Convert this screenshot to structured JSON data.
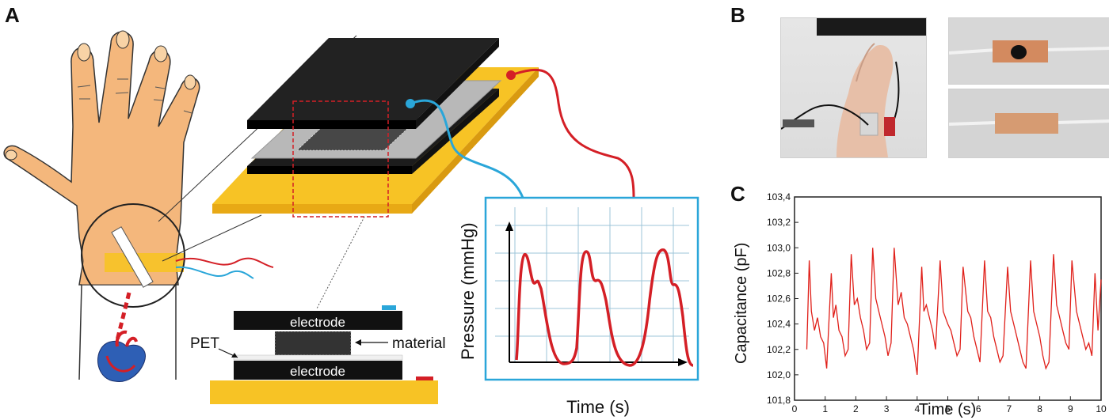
{
  "panels": {
    "a": "A",
    "b": "B",
    "c": "C"
  },
  "stack": {
    "top_electrode": "electrode",
    "bottom_electrode": "electrode",
    "material": "material",
    "pet": "PET"
  },
  "pressure_plot": {
    "ylabel": "Pressure (mmHg)",
    "xlabel": "Time (s)"
  },
  "colors": {
    "skin": "#f4b77c",
    "band": "#f7c325",
    "electrode": "#1c1c1c",
    "blue_wire": "#2aa6d9",
    "red_wire": "#d41f26",
    "trace": "#e0201a"
  },
  "chart_data": {
    "type": "line",
    "xlabel": "Time (s)",
    "ylabel": "Capacitance (pF)",
    "xlim": [
      0,
      10
    ],
    "ylim": [
      101.8,
      103.4
    ],
    "xticks": [
      "0",
      "1",
      "2",
      "3",
      "4",
      "5",
      "6",
      "7",
      "8",
      "9",
      "10"
    ],
    "yticks": [
      "101,8",
      "102,0",
      "102,2",
      "102,4",
      "102,6",
      "102,8",
      "103,0",
      "103,2",
      "103,4"
    ],
    "series": [
      {
        "color": "#e0201a",
        "x": [
          0.4,
          0.48,
          0.55,
          0.65,
          0.75,
          0.85,
          0.95,
          1.05,
          1.2,
          1.27,
          1.35,
          1.45,
          1.55,
          1.65,
          1.75,
          1.85,
          1.95,
          2.05,
          2.15,
          2.25,
          2.35,
          2.45,
          2.55,
          2.65,
          2.75,
          2.85,
          2.95,
          3.05,
          3.15,
          3.25,
          3.38,
          3.48,
          3.58,
          3.68,
          3.78,
          3.88,
          4.0,
          4.15,
          4.22,
          4.3,
          4.4,
          4.5,
          4.6,
          4.75,
          4.85,
          5.0,
          5.1,
          5.2,
          5.3,
          5.4,
          5.5,
          5.65,
          5.75,
          5.85,
          5.95,
          6.05,
          6.2,
          6.3,
          6.4,
          6.5,
          6.6,
          6.7,
          6.8,
          6.95,
          7.05,
          7.15,
          7.25,
          7.35,
          7.45,
          7.55,
          7.7,
          7.8,
          7.9,
          8.0,
          8.1,
          8.2,
          8.3,
          8.45,
          8.55,
          8.65,
          8.75,
          8.85,
          8.95,
          9.05,
          9.2,
          9.3,
          9.4,
          9.5,
          9.6,
          9.7,
          9.8,
          9.9,
          10.0
        ],
        "y": [
          102.2,
          102.9,
          102.5,
          102.35,
          102.45,
          102.3,
          102.25,
          102.05,
          102.8,
          102.45,
          102.55,
          102.35,
          102.3,
          102.15,
          102.2,
          102.95,
          102.55,
          102.6,
          102.45,
          102.35,
          102.2,
          102.25,
          103.0,
          102.6,
          102.5,
          102.4,
          102.3,
          102.15,
          102.25,
          103.0,
          102.55,
          102.65,
          102.45,
          102.4,
          102.3,
          102.2,
          102.0,
          102.85,
          102.5,
          102.55,
          102.45,
          102.35,
          102.2,
          102.9,
          102.5,
          102.4,
          102.35,
          102.25,
          102.15,
          102.2,
          102.85,
          102.5,
          102.45,
          102.3,
          102.2,
          102.1,
          102.9,
          102.5,
          102.45,
          102.3,
          102.2,
          102.1,
          102.15,
          102.85,
          102.5,
          102.4,
          102.3,
          102.2,
          102.1,
          102.05,
          102.9,
          102.5,
          102.4,
          102.3,
          102.15,
          102.05,
          102.1,
          102.95,
          102.55,
          102.45,
          102.35,
          102.25,
          102.2,
          102.9,
          102.5,
          102.4,
          102.3,
          102.2,
          102.25,
          102.15,
          102.8,
          102.35,
          102.75
        ]
      }
    ]
  }
}
